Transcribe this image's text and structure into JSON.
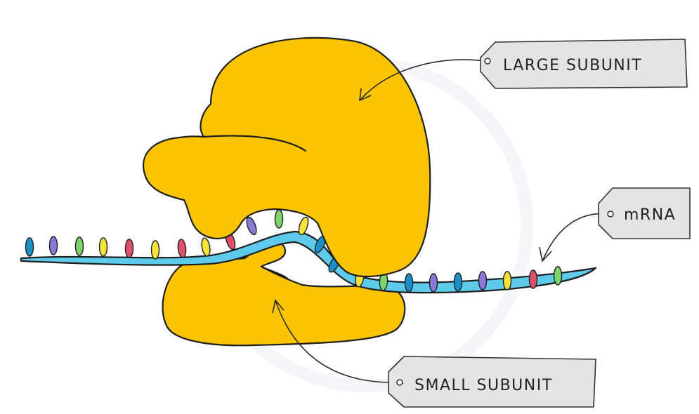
{
  "labels": {
    "large_subunit": "LARGE  SUBUNIT",
    "mrna": "mRNA",
    "small_subunit": "SMALL  SUBUNIT"
  },
  "colors": {
    "ribosome": "#fbc400",
    "mrna_strand": "#5ecbea",
    "tag_fill": "#e4e4e4",
    "base_blue": "#1c8fc7",
    "base_purple": "#8a7ad6",
    "base_green": "#7ed36b",
    "base_yellow": "#f5e23a",
    "base_red": "#e0506a"
  },
  "mrna_bases": [
    "blue",
    "purple",
    "green",
    "yellow",
    "red",
    "yellow",
    "red",
    "yellow",
    "red",
    "purple",
    "green",
    "yellow",
    "blue",
    "blue",
    "yellow",
    "green",
    "blue",
    "purple",
    "blue",
    "purple",
    "yellow",
    "red",
    "green"
  ]
}
